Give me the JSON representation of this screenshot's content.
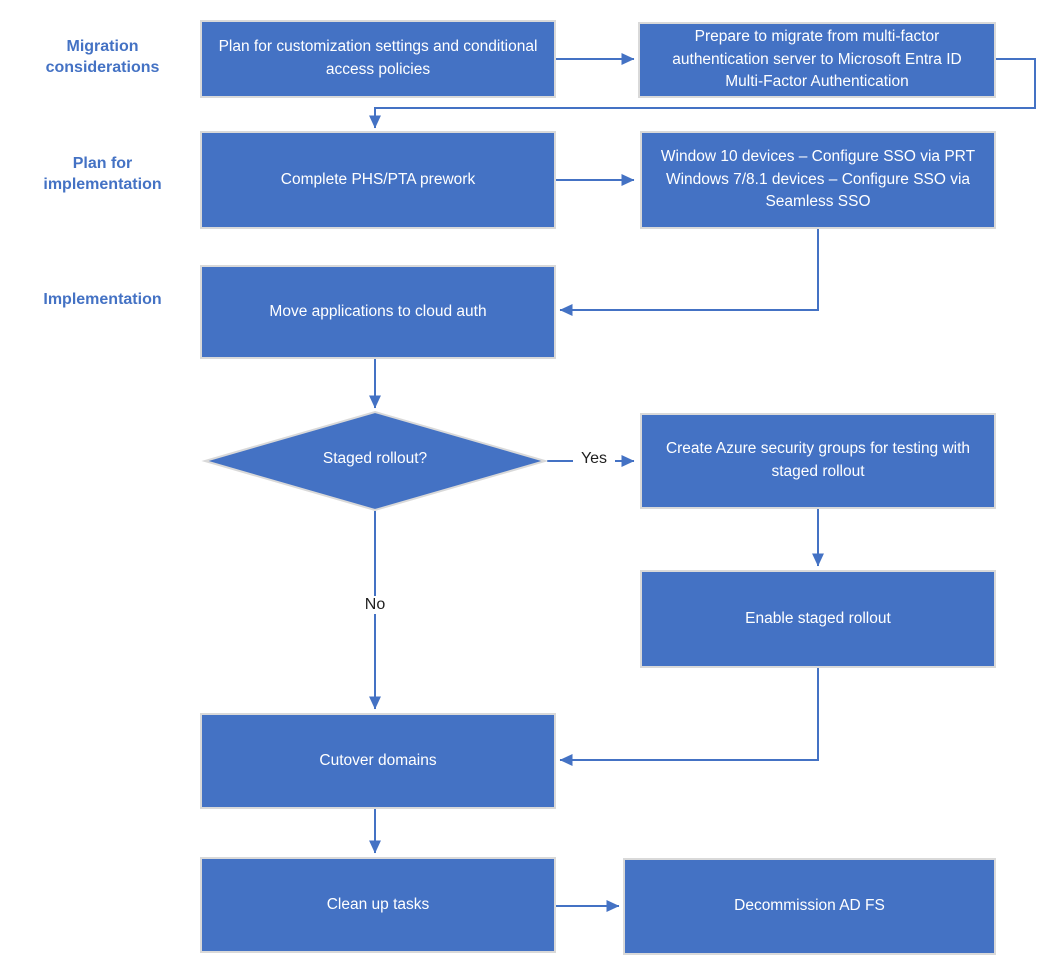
{
  "phase_labels": {
    "migration_considerations": "Migration\nconsiderations",
    "plan_for_implementation": "Plan for\nimplementation",
    "implementation": "Implementation"
  },
  "nodes": {
    "plan_customization": {
      "text": "Plan for customization settings and conditional access policies"
    },
    "prepare_mfa": {
      "text": "Prepare to migrate from multi-factor authentication server to Microsoft Entra ID Multi-Factor Authentication"
    },
    "complete_prework": {
      "text": "Complete PHS/PTA prework"
    },
    "configure_sso": {
      "text": "Window 10 devices – Configure SSO via PRT\nWindows 7/8.1 devices – Configure SSO via Seamless SSO"
    },
    "move_apps": {
      "text": "Move applications to cloud auth"
    },
    "staged_rollout_decision": {
      "text": "Staged rollout?"
    },
    "create_groups": {
      "text": "Create Azure security groups for testing with staged rollout"
    },
    "enable_staged": {
      "text": "Enable staged rollout"
    },
    "cutover_domains": {
      "text": "Cutover domains"
    },
    "cleanup_tasks": {
      "text": "Clean up tasks"
    },
    "decommission_adfs": {
      "text": "Decommission AD FS"
    }
  },
  "connector_labels": {
    "yes": "Yes",
    "no": "No"
  },
  "colors": {
    "node_fill": "#4472c4",
    "node_text": "#ffffff",
    "node_border": "#d9d9d9",
    "connector": "#4472c4",
    "phase_label": "#4472c4",
    "connector_label": "#1f1f1f",
    "background": "#ffffff"
  }
}
